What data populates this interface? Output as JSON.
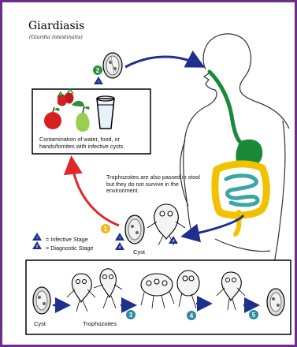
{
  "title": "Giardiasis",
  "subtitle": "(Giardia intestinalis)",
  "contamination_text": "Contamination of water, food, or hands/fomites with infective cysts.",
  "trophozoite_note": "Trophozoites are also passed in stool but they do not survive in the environment.",
  "legend": {
    "infective": "= Infective Stage",
    "diagnostic": "= Diagnostic Stage"
  },
  "labels": {
    "cyst_top": "Cyst",
    "cyst_bottom": "Cyst",
    "trophozoites": "Trophozoites"
  },
  "stage_numbers": {
    "s1": "1",
    "s2": "2",
    "s3": "3",
    "s4": "4",
    "s5": "5",
    "i_mark": "i",
    "d_mark": "d"
  },
  "colors": {
    "frame": "#6b2d8a",
    "arrow_blue": "#1f2f8f",
    "arrow_red": "#e02828",
    "esophagus_green": "#1a8a3a",
    "colon_yellow": "#f2c200",
    "small_intestine_teal": "#3aa6a6",
    "stage_green": "#2f8f3a",
    "stage_teal": "#2b8aa0",
    "stage_yellow": "#f0b820"
  }
}
